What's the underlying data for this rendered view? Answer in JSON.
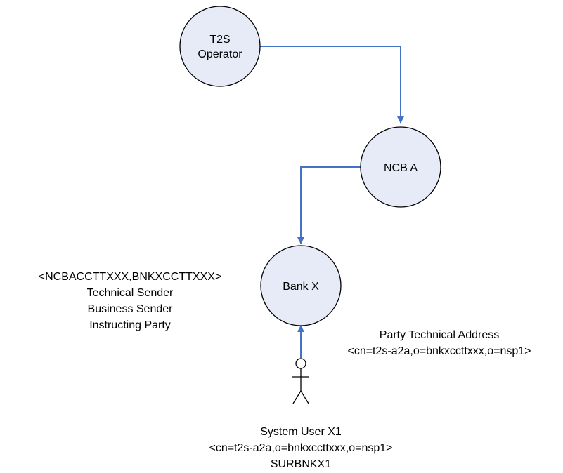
{
  "nodes": {
    "t2s_operator": {
      "line1": "T2S",
      "line2": "Operator"
    },
    "ncb_a": {
      "label": "NCB A"
    },
    "bank_x": {
      "label": "Bank X"
    }
  },
  "bank_x_roles": {
    "bic_pair": "<NCBACCTTXXX,BNKXCCTTXXX>",
    "role1": "Technical Sender",
    "role2": "Business Sender",
    "role3": "Instructing Party"
  },
  "party_technical_address": {
    "label": "Party Technical Address",
    "value": "<cn=t2s-a2a,o=bnkxccttxxx,o=nsp1>"
  },
  "system_user": {
    "name": "System User X1",
    "dn": "<cn=t2s-a2a,o=bnkxccttxxx,o=nsp1>",
    "login": "SURBNKX1"
  },
  "colors": {
    "node_fill": "#e6ebf7",
    "node_stroke": "#000000",
    "connector": "#4472c4"
  }
}
